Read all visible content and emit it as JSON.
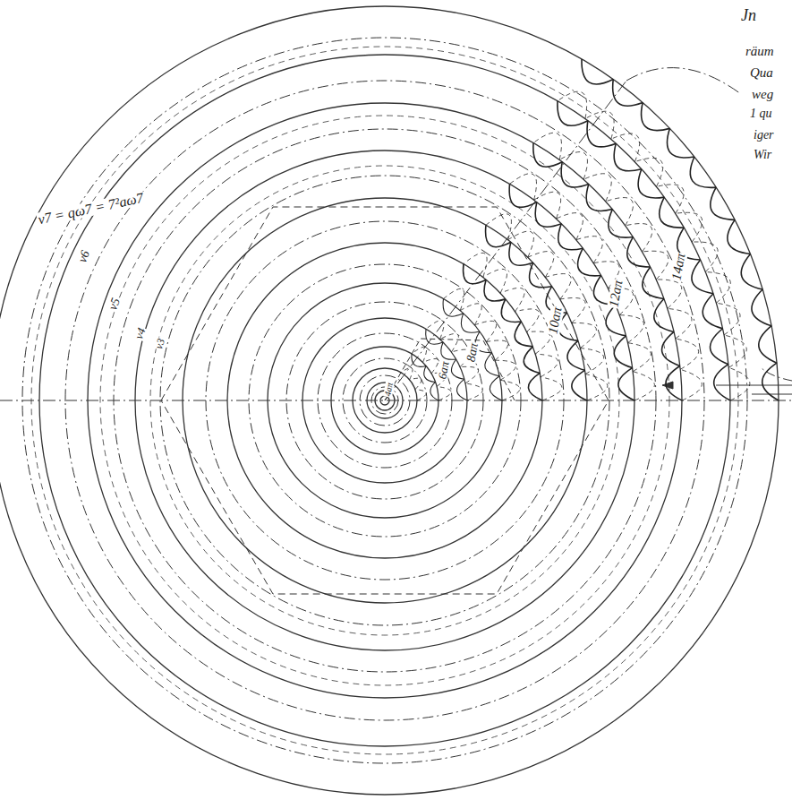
{
  "diagram": {
    "labels": [
      "v7 = qω7 = 7²aω7",
      "v6",
      "v5",
      "v4",
      "v3",
      "4aπ",
      "6aπ",
      "8aπ",
      "10aπ",
      "12aπ",
      "14aπ",
      "Jn",
      "räum",
      "Qua",
      "weg",
      "1 qu",
      "iger",
      "Wir"
    ]
  }
}
